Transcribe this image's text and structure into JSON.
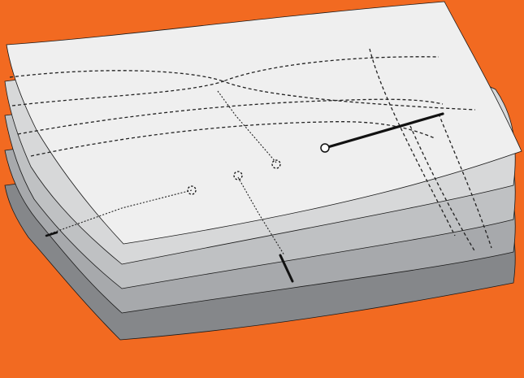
{
  "colors": {
    "background": "#F26A21",
    "sheet_top": "#EFEFEF",
    "sheet_2": "#D7D8D9",
    "sheet_3": "#BFC1C3",
    "sheet_4": "#A7A9AC",
    "sheet_bottom": "#85878A",
    "outline": "#1A1A1A",
    "branch_cut": "#111111"
  },
  "diagram": {
    "sheet_count": 5,
    "point_count": 4,
    "open_point_count": 1,
    "dashed_point_count": 3
  }
}
